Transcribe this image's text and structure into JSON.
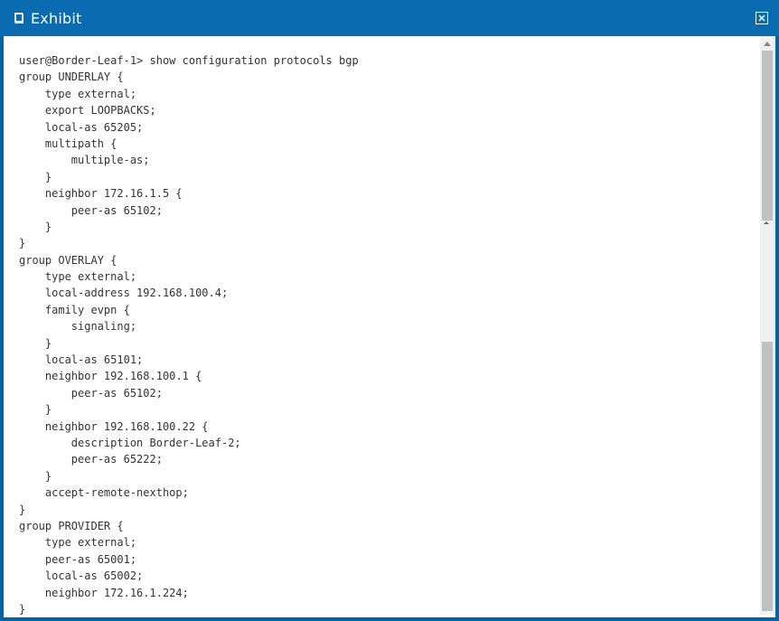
{
  "window": {
    "title": "Exhibit",
    "icon": "exhibit-book-icon",
    "close_icon": "close-icon"
  },
  "terminal": {
    "lines": [
      "user@Border-Leaf-1> show configuration protocols bgp",
      "group UNDERLAY {",
      "    type external;",
      "    export LOOPBACKS;",
      "    local-as 65205;",
      "    multipath {",
      "        multiple-as;",
      "    }",
      "    neighbor 172.16.1.5 {",
      "        peer-as 65102;",
      "    }",
      "}",
      "group OVERLAY {",
      "    type external;",
      "    local-address 192.168.100.4;",
      "    family evpn {",
      "        signaling;",
      "    }",
      "    local-as 65101;",
      "    neighbor 192.168.100.1 {",
      "        peer-as 65102;",
      "    }",
      "    neighbor 192.168.100.22 {",
      "        description Border-Leaf-2;",
      "        peer-as 65222;",
      "    }",
      "    accept-remote-nexthop;",
      "}",
      "group PROVIDER {",
      "    type external;",
      "    peer-as 65001;",
      "    local-as 65002;",
      "    neighbor 172.16.1.224;",
      "}"
    ]
  },
  "colors": {
    "titlebar": "#0a6bb0",
    "border": "#0065a8",
    "text": "#333333"
  }
}
